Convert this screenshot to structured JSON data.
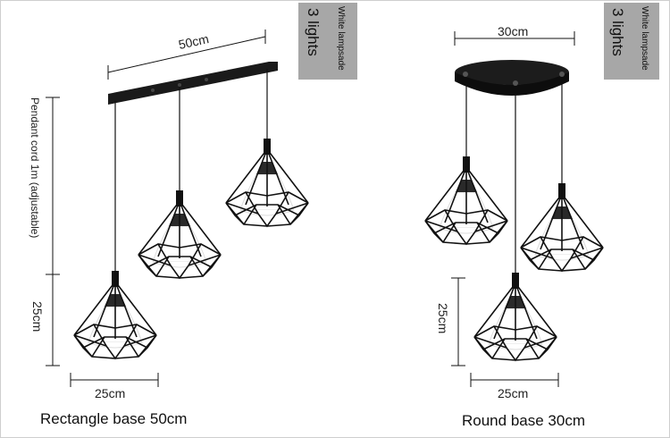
{
  "left": {
    "top_width": "50cm",
    "cord_label": "Pendant cord 1m (adjustable)",
    "height_label": "25cm",
    "width_label": "25cm",
    "caption": "Rectangle base 50cm",
    "badge_lights": "3 lights",
    "badge_shade": "White lampsade"
  },
  "right": {
    "top_width": "30cm",
    "height_label": "25cm",
    "width_label": "25cm",
    "caption": "Round base 30cm",
    "badge_lights": "3 lights",
    "badge_shade": "White lampsade"
  },
  "colors": {
    "badge_bg": "#a7a7a7",
    "metal": "#111111",
    "shade": "#ffffff"
  }
}
